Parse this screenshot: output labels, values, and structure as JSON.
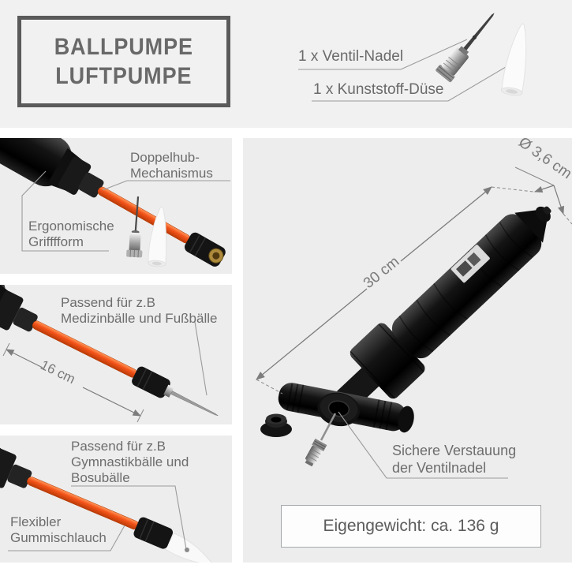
{
  "header": {
    "title": [
      "BALLPUMPE",
      "LUFTPUMPE"
    ],
    "kit": {
      "needle_label": "1 x Ventil-Nadel",
      "nozzle_label": "1 x Kunststoff-Düse"
    }
  },
  "panel1": {
    "mechanism": [
      "Doppelhub-",
      "Mechanismus"
    ],
    "grip": [
      "Ergonomische",
      "Grifffform"
    ]
  },
  "panel2": {
    "suits": [
      "Passend für z.B",
      "Medizinbälle und Fußbälle"
    ],
    "hose_length": "16 cm"
  },
  "panel3": {
    "suits": [
      "Passend für z.B",
      "Gymnastikbälle und",
      "Bosubälle"
    ],
    "hose": [
      "Flexibler",
      "Gummischlauch"
    ]
  },
  "main": {
    "length": "30 cm",
    "diameter": "Ø 3,6 cm",
    "storage": [
      "Sichere Verstauung",
      "der Ventilnadel"
    ],
    "weight": "Eigengewicht: ca. 136 g"
  },
  "colors": {
    "accent_orange": "#f4541a",
    "panel_bg": "#ededed",
    "header_bg": "#f1f1f1",
    "text_gray": "#6d6d6d",
    "title_gray": "#696969",
    "line_gray": "#9b9b9b"
  }
}
